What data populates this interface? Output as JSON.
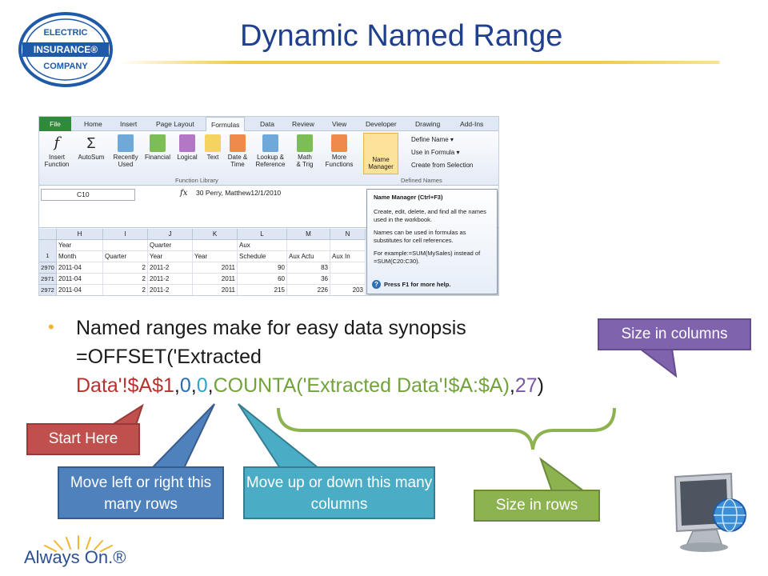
{
  "title": "Dynamic Named Range",
  "logo": {
    "line1": "ELECTRIC",
    "line2": "INSURANCE®",
    "line3": "COMPANY"
  },
  "excel": {
    "tabs": [
      "File",
      "Home",
      "Insert",
      "Page Layout",
      "Formulas",
      "Data",
      "Review",
      "View",
      "Developer",
      "Drawing",
      "Add-Ins"
    ],
    "active_tab": "Formulas",
    "ribbon_buttons": [
      {
        "label": "Insert\nFunction"
      },
      {
        "label": "AutoSum"
      },
      {
        "label": "Recently\nUsed"
      },
      {
        "label": "Financial"
      },
      {
        "label": "Logical"
      },
      {
        "label": "Text"
      },
      {
        "label": "Date &\nTime"
      },
      {
        "label": "Lookup &\nReference"
      },
      {
        "label": "Math\n& Trig"
      },
      {
        "label": "More\nFunctions"
      }
    ],
    "group_function_library": "Function Library",
    "group_defined_names": "Defined Names",
    "name_manager_label": "Name\nManager",
    "define_name": "Define Name",
    "use_in_formula": "Use in Formula",
    "create_from_selection": "Create from Selection",
    "name_box": "C10",
    "fx": "fx",
    "formula_content": "30 Perry, Matthew12/1/2010",
    "columns": [
      "H",
      "I",
      "J",
      "K",
      "L",
      "M",
      "N"
    ],
    "row1_top": [
      "Year",
      "",
      "Quarter",
      "",
      "Aux",
      "",
      ""
    ],
    "row1_bottom": [
      "Month",
      "Quarter",
      "Year",
      "Year",
      "Schedule",
      "Aux Actu",
      "Aux In"
    ],
    "rows": [
      {
        "num": "2970",
        "cells": [
          "2011-04",
          "2",
          "2011-2",
          "2011",
          "90",
          "83",
          ""
        ]
      },
      {
        "num": "2971",
        "cells": [
          "2011-04",
          "2",
          "2011-2",
          "2011",
          "60",
          "36",
          ""
        ]
      },
      {
        "num": "2972",
        "cells": [
          "2011-04",
          "2",
          "2011-2",
          "2011",
          "215",
          "226",
          "203"
        ]
      }
    ],
    "header_row_num": "1",
    "tooltip": {
      "title": "Name Manager (Ctrl+F3)",
      "p1": "Create, edit, delete, and find all the names used in the workbook.",
      "p2": "Names can be used in formulas as substitutes for cell references.",
      "p3": "For example:=SUM(MySales) instead of =SUM(C20:C30).",
      "help": "Press F1 for more help."
    }
  },
  "body": {
    "line1": "Named ranges make for easy data synopsis",
    "line2": "=OFFSET('Extracted",
    "seg_red": "Data'!$A$1",
    "comma1": ",",
    "seg_blue": "0",
    "comma2": ",",
    "seg_teal": "0",
    "comma3": ",",
    "seg_green": "COUNTA('Extracted Data'!$A:$A)",
    "comma4": ",",
    "seg_purple": "27",
    "close": ")"
  },
  "callouts": {
    "size_columns": "Size in columns",
    "start_here": "Start Here",
    "move_left": "Move left or right this many rows",
    "move_up": "Move up or down this many columns",
    "size_rows": "Size in rows"
  },
  "footer": {
    "text": "Always On.®"
  },
  "colors": {
    "title": "#1f3f8f",
    "red": "#c0504d",
    "blue": "#4f81bd",
    "teal": "#4bacc6",
    "green": "#8db350",
    "purple": "#7f64ad",
    "accent_line": "#f2c94c"
  }
}
